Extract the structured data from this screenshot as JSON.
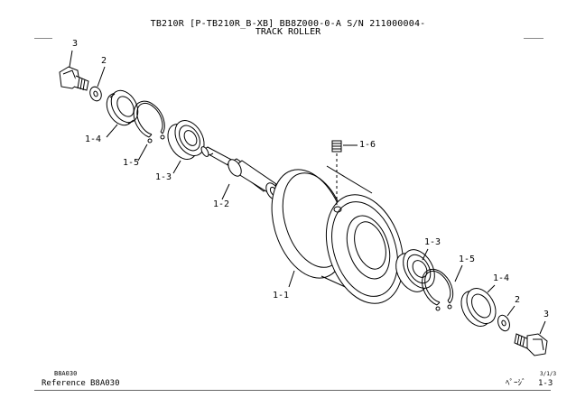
{
  "header": {
    "line1": "TB210R [P-TB210R_B-XB] BB8Z000-0-A S/N 211000004-",
    "line2": "TRACK ROLLER"
  },
  "callouts": {
    "bolt_left": "3",
    "washer_left": "2",
    "cover_left": "1-4",
    "circlip_left": "1-5",
    "bearing_left": "1-3",
    "shaft": "1-2",
    "plug": "1-6",
    "roller_body": "1-1",
    "bearing_right": "1-3",
    "circlip_right": "1-5",
    "cover_right": "1-4",
    "washer_right": "2",
    "bolt_right": "3"
  },
  "footer": {
    "code_small": "B8A030",
    "reference_label": "Reference",
    "reference_code": "B8A030",
    "page_small": "3/1/3",
    "page_label": "ﾍﾟｰｼﾞ",
    "page_number": "1-3"
  }
}
